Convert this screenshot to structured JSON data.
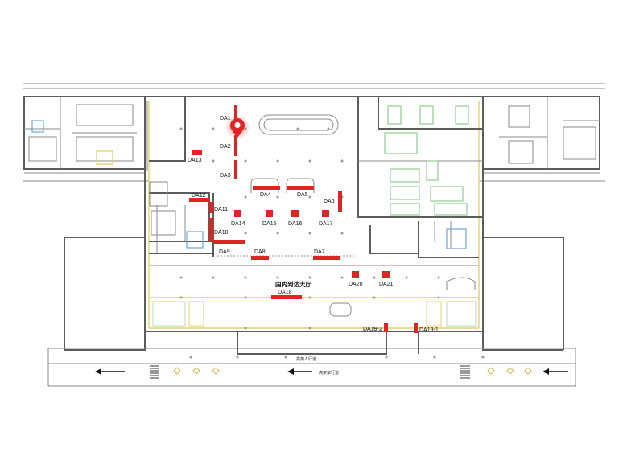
{
  "map": {
    "hall_label": "国内到达大厅",
    "road_pedestrian": "高架人行道",
    "road_vehicle": "高架车行道",
    "marker_color": "#e02424",
    "marker_icon": "location-pin-icon",
    "arrow_icon": "left-arrow-icon",
    "ad_spots": [
      {
        "id": "DA1",
        "label": "DA1"
      },
      {
        "id": "DA2",
        "label": "DA2"
      },
      {
        "id": "DA3",
        "label": "DA3"
      },
      {
        "id": "DA4",
        "label": "DA4"
      },
      {
        "id": "DA5",
        "label": "DA5"
      },
      {
        "id": "DA6",
        "label": "DA6"
      },
      {
        "id": "DA7",
        "label": "DA7"
      },
      {
        "id": "DA8",
        "label": "DA8"
      },
      {
        "id": "DA9",
        "label": "DA9"
      },
      {
        "id": "DA10",
        "label": "DA10"
      },
      {
        "id": "DA11",
        "label": "DA11"
      },
      {
        "id": "DA12",
        "label": "DA12"
      },
      {
        "id": "DA13",
        "label": "DA13"
      },
      {
        "id": "DA14",
        "label": "DA14"
      },
      {
        "id": "DA15",
        "label": "DA15"
      },
      {
        "id": "DA16",
        "label": "DA16"
      },
      {
        "id": "DA17",
        "label": "DA17"
      },
      {
        "id": "DA18",
        "label": "DA18"
      },
      {
        "id": "DA19-1",
        "label": "DA19-1"
      },
      {
        "id": "DA19-2",
        "label": "DA19-2"
      },
      {
        "id": "DA20",
        "label": "DA20"
      },
      {
        "id": "DA21",
        "label": "DA21"
      }
    ]
  }
}
